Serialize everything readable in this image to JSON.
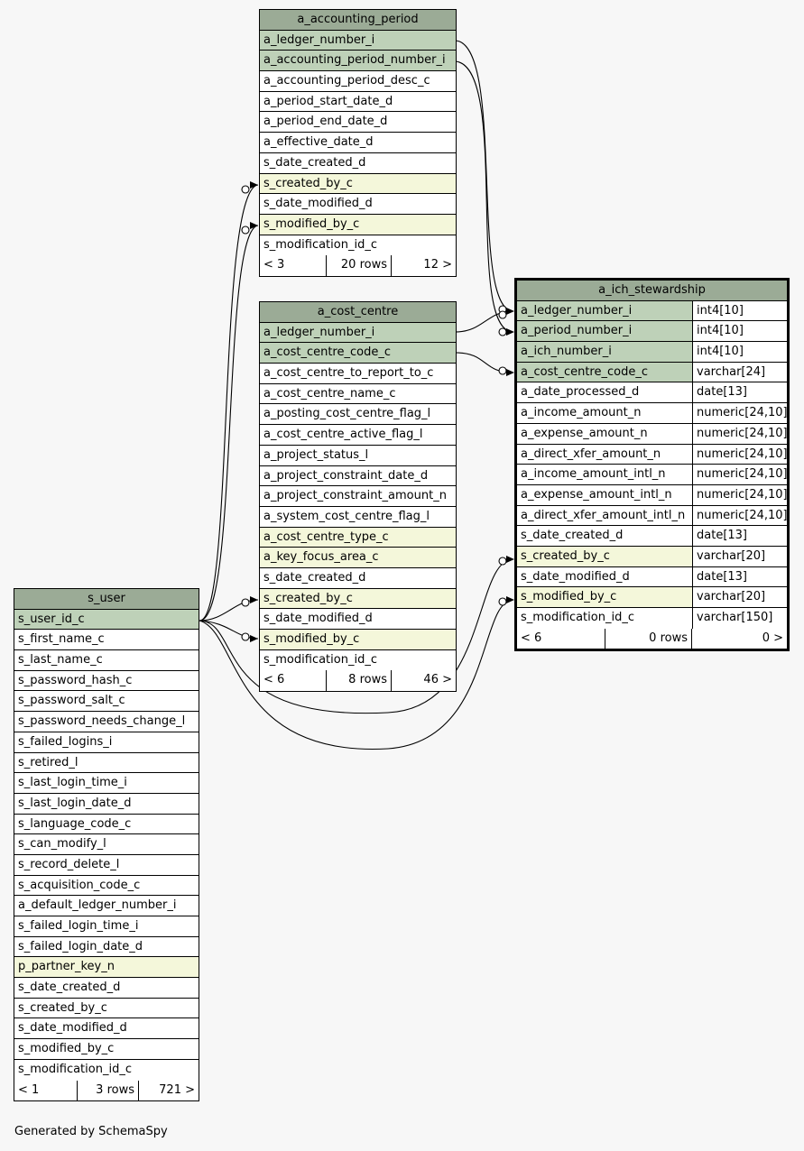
{
  "accounting_period": {
    "title": "a_accounting_period",
    "cols": [
      "a_ledger_number_i",
      "a_accounting_period_number_i",
      "a_accounting_period_desc_c",
      "a_period_start_date_d",
      "a_period_end_date_d",
      "a_effective_date_d",
      "s_date_created_d",
      "s_created_by_c",
      "s_date_modified_d",
      "s_modified_by_c",
      "s_modification_id_c"
    ],
    "footer": [
      "< 3",
      "20 rows",
      "12 >"
    ]
  },
  "cost_centre": {
    "title": "a_cost_centre",
    "cols": [
      "a_ledger_number_i",
      "a_cost_centre_code_c",
      "a_cost_centre_to_report_to_c",
      "a_cost_centre_name_c",
      "a_posting_cost_centre_flag_l",
      "a_cost_centre_active_flag_l",
      "a_project_status_l",
      "a_project_constraint_date_d",
      "a_project_constraint_amount_n",
      "a_system_cost_centre_flag_l",
      "a_cost_centre_type_c",
      "a_key_focus_area_c",
      "s_date_created_d",
      "s_created_by_c",
      "s_date_modified_d",
      "s_modified_by_c",
      "s_modification_id_c"
    ],
    "footer": [
      "< 6",
      "8 rows",
      "46 >"
    ]
  },
  "ich_stewardship": {
    "title": "a_ich_stewardship",
    "cols": [
      {
        "name": "a_ledger_number_i",
        "type": "int4[10]"
      },
      {
        "name": "a_period_number_i",
        "type": "int4[10]"
      },
      {
        "name": "a_ich_number_i",
        "type": "int4[10]"
      },
      {
        "name": "a_cost_centre_code_c",
        "type": "varchar[24]"
      },
      {
        "name": "a_date_processed_d",
        "type": "date[13]"
      },
      {
        "name": "a_income_amount_n",
        "type": "numeric[24,10]"
      },
      {
        "name": "a_expense_amount_n",
        "type": "numeric[24,10]"
      },
      {
        "name": "a_direct_xfer_amount_n",
        "type": "numeric[24,10]"
      },
      {
        "name": "a_income_amount_intl_n",
        "type": "numeric[24,10]"
      },
      {
        "name": "a_expense_amount_intl_n",
        "type": "numeric[24,10]"
      },
      {
        "name": "a_direct_xfer_amount_intl_n",
        "type": "numeric[24,10]"
      },
      {
        "name": "s_date_created_d",
        "type": "date[13]"
      },
      {
        "name": "s_created_by_c",
        "type": "varchar[20]"
      },
      {
        "name": "s_date_modified_d",
        "type": "date[13]"
      },
      {
        "name": "s_modified_by_c",
        "type": "varchar[20]"
      },
      {
        "name": "s_modification_id_c",
        "type": "varchar[150]"
      }
    ],
    "footer": [
      "< 6",
      "0 rows",
      "0 >"
    ]
  },
  "s_user": {
    "title": "s_user",
    "cols": [
      "s_user_id_c",
      "s_first_name_c",
      "s_last_name_c",
      "s_password_hash_c",
      "s_password_salt_c",
      "s_password_needs_change_l",
      "s_failed_logins_i",
      "s_retired_l",
      "s_last_login_time_i",
      "s_last_login_date_d",
      "s_language_code_c",
      "s_can_modify_l",
      "s_record_delete_l",
      "s_acquisition_code_c",
      "a_default_ledger_number_i",
      "s_failed_login_time_i",
      "s_failed_login_date_d",
      "p_partner_key_n",
      "s_date_created_d",
      "s_created_by_c",
      "s_date_modified_d",
      "s_modified_by_c",
      "s_modification_id_c"
    ],
    "footer": [
      "< 1",
      "3 rows",
      "721 >"
    ]
  },
  "caption": "Generated by SchemaSpy"
}
